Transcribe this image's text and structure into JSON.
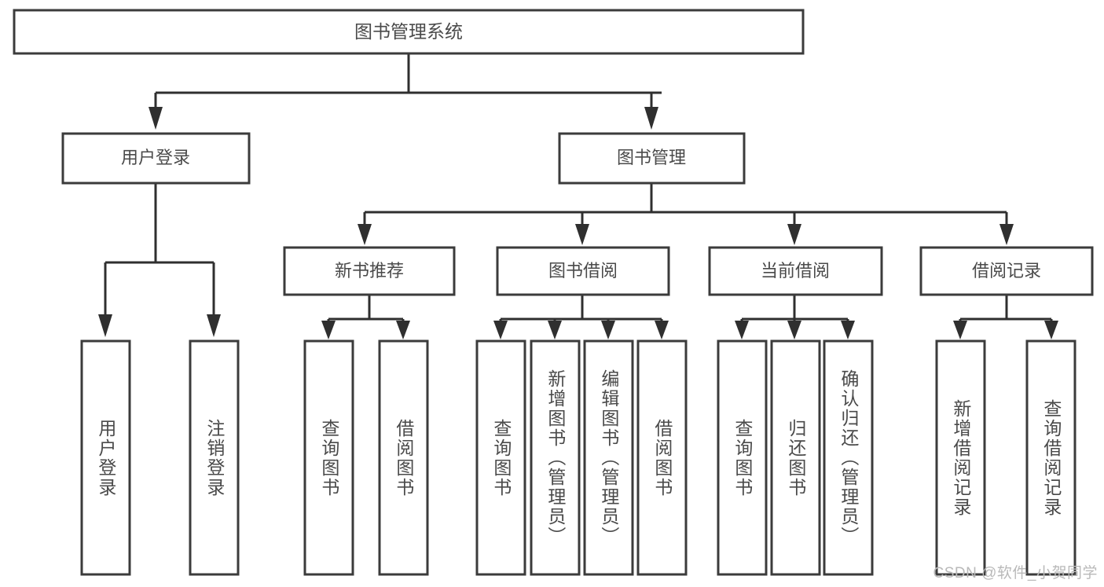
{
  "diagram": {
    "title": "图书管理系统",
    "type": "tree",
    "watermark": "CSDN @软件_小贺同学",
    "colors": {
      "box_stroke": "#3b3b3b",
      "box_fill": "#ffffff",
      "connector": "#2f2f2f",
      "text": "#4a4a4a",
      "background": "#ffffff",
      "watermark": "#b9b9b9"
    },
    "levels": {
      "root": {
        "label": "图书管理系统"
      },
      "level2": [
        {
          "id": "user-login",
          "label": "用户登录"
        },
        {
          "id": "book-management",
          "label": "图书管理"
        }
      ],
      "level3": [
        {
          "id": "new-book-recommend",
          "label": "新书推荐",
          "parent": "book-management"
        },
        {
          "id": "book-borrow",
          "label": "图书借阅",
          "parent": "book-management"
        },
        {
          "id": "current-borrow",
          "label": "当前借阅",
          "parent": "book-management"
        },
        {
          "id": "borrow-record",
          "label": "借阅记录",
          "parent": "book-management"
        }
      ],
      "leaves": {
        "user-login": [
          {
            "id": "leaf-user-login",
            "label": "用户登录"
          },
          {
            "id": "leaf-logout",
            "label": "注销登录"
          }
        ],
        "new-book-recommend": [
          {
            "id": "leaf-query-book-1",
            "label": "查询图书"
          },
          {
            "id": "leaf-borrow-book-1",
            "label": "借阅图书"
          }
        ],
        "book-borrow": [
          {
            "id": "leaf-query-book-2",
            "label": "查询图书"
          },
          {
            "id": "leaf-add-book",
            "label": "新增图书（管理员）"
          },
          {
            "id": "leaf-edit-book",
            "label": "编辑图书（管理员）"
          },
          {
            "id": "leaf-borrow-book-2",
            "label": "借阅图书"
          }
        ],
        "current-borrow": [
          {
            "id": "leaf-query-book-3",
            "label": "查询图书"
          },
          {
            "id": "leaf-return-book",
            "label": "归还图书"
          },
          {
            "id": "leaf-confirm-return",
            "label": "确认归还（管理员）"
          }
        ],
        "borrow-record": [
          {
            "id": "leaf-add-record",
            "label": "新增借阅记录"
          },
          {
            "id": "leaf-query-record",
            "label": "查询借阅记录"
          }
        ]
      }
    }
  }
}
